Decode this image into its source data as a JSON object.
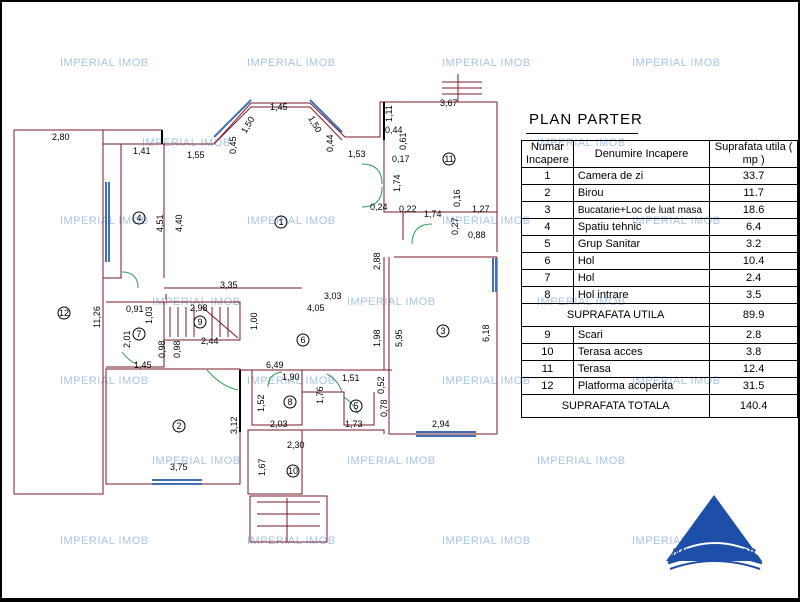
{
  "watermark": "IMPERIAL IMOB",
  "legend": {
    "title": "PLAN PARTER",
    "headers": {
      "number": "Numar Incapere",
      "name": "Denumire Incapere",
      "area": "Suprafata utila ( mp )"
    },
    "rows": [
      {
        "no": "1",
        "name": "Camera de zi",
        "area": "33.7"
      },
      {
        "no": "2",
        "name": "Birou",
        "area": "11.7"
      },
      {
        "no": "3",
        "name": "Bucatarie+Loc de luat masa",
        "area": "18.6"
      },
      {
        "no": "4",
        "name": "Spatiu tehnic",
        "area": "6.4"
      },
      {
        "no": "5",
        "name": "Grup Sanitar",
        "area": "3.2"
      },
      {
        "no": "6",
        "name": "Hol",
        "area": "10.4"
      },
      {
        "no": "7",
        "name": "Hol",
        "area": "2.4"
      },
      {
        "no": "8",
        "name": "Hol intrare",
        "area": "3.5"
      }
    ],
    "useful_total": {
      "label": "SUPRAFATA UTILA",
      "value": "89.9"
    },
    "rows2": [
      {
        "no": "9",
        "name": "Scari",
        "area": "2.8"
      },
      {
        "no": "10",
        "name": "Terasa acces",
        "area": "3.8"
      },
      {
        "no": "11",
        "name": "Terasa",
        "area": "12.4"
      },
      {
        "no": "12",
        "name": "Platforma acoperita",
        "area": "31.5"
      }
    ],
    "grand_total": {
      "label": "SUPRAFATA TOTALA",
      "value": "140.4"
    }
  },
  "rooms": [
    "1",
    "2",
    "3",
    "4",
    "5",
    "6",
    "7",
    "8",
    "9",
    "10",
    "11",
    "12"
  ],
  "dimensions": [
    "2,80",
    "1,41",
    "4,51",
    "4,40",
    "1,55",
    "0,45",
    "1,50",
    "1,45",
    "1,50",
    "0,44",
    "1,11",
    "3,67",
    "0,44",
    "1,53",
    "0,61",
    "0,17",
    "1,74",
    "0,24",
    "0,22",
    "1,74",
    "0,16",
    "1,27",
    "0,27",
    "0,88",
    "2,88",
    "3,35",
    "3,03",
    "4,05",
    "1,00",
    "2,98",
    "11,26",
    "0,91",
    "1,03",
    "2,01",
    "0,98",
    "0,98",
    "2,44",
    "1,45",
    "6,49",
    "1,90",
    "1,51",
    "1,98",
    "5,95",
    "6,18",
    "0,52",
    "1,52",
    "1,76",
    "0,78",
    "3,12",
    "2,03",
    "1,73",
    "2,94",
    "2,30",
    "1,67",
    "3,75"
  ],
  "logo": {
    "text": "IMPERIAL IMOB"
  },
  "colors": {
    "wall": "#000000",
    "accent_wall": "#7a1a28",
    "window": "#3f6fb5",
    "door_swing": "#2f9a55",
    "watermark": "#a8c4e6",
    "logo": "#1e4fa8"
  }
}
